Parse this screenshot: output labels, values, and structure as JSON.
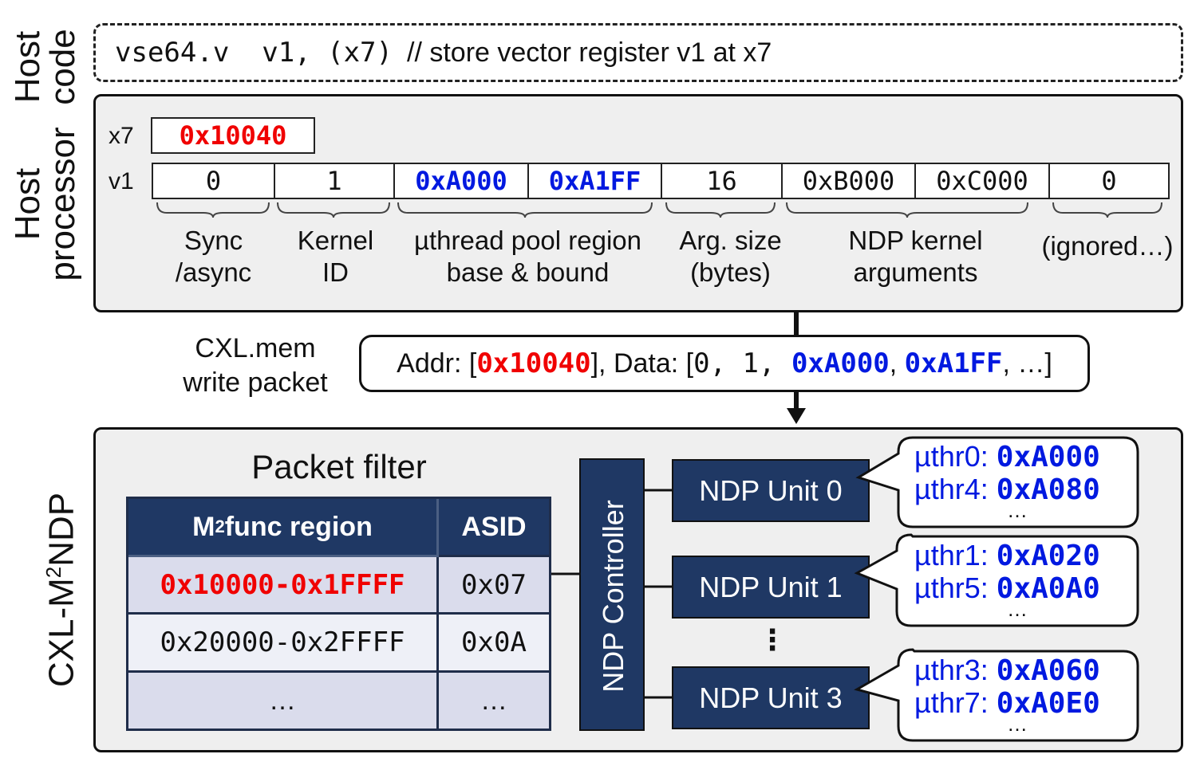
{
  "labels": {
    "host_code": "Host\ncode",
    "host_processor": "Host\nprocessor",
    "cxl_m2ndp_prefix": "CXL-M",
    "cxl_m2ndp_sup": "2",
    "cxl_m2ndp_suffix": "NDP"
  },
  "host_code": {
    "instruction": "vse64.v  v1, (x7)",
    "comment": "// store vector register v1 at x7"
  },
  "registers": {
    "x7_name": "x7",
    "x7_value": "0x10040",
    "v1_name": "v1",
    "v1_values": [
      "0",
      "1",
      "0xA000",
      "0xA1FF",
      "16",
      "0xB000",
      "0xC000",
      "0"
    ]
  },
  "fields": [
    {
      "line1": "Sync",
      "line2": "/async"
    },
    {
      "line1": "Kernel",
      "line2": "ID"
    },
    {
      "line1": "µthread pool region",
      "line2": "base & bound"
    },
    {
      "line1": "Arg. size",
      "line2": "(bytes)"
    },
    {
      "line1": "NDP kernel",
      "line2": "arguments"
    },
    {
      "line1": "(ignored…)",
      "line2": ""
    }
  ],
  "packet": {
    "label_line1": "CXL.mem",
    "label_line2": "write packet",
    "addr_prefix": "Addr: [",
    "addr_value": "0x10040",
    "data_prefix": "], Data: [",
    "data_plain": "0, 1, ",
    "data_v1": "0xA000",
    "data_sep": ", ",
    "data_v2": "0xA1FF",
    "data_suffix": ", …]"
  },
  "filter": {
    "title": "Packet filter",
    "col_region_prefix": "M",
    "col_region_sup": "2",
    "col_region_suffix": "func region",
    "col_asid": "ASID",
    "rows": [
      {
        "region": "0x10000-0x1FFFF",
        "asid": "0x07"
      },
      {
        "region": "0x20000-0x2FFFF",
        "asid": "0x0A"
      },
      {
        "region": "…",
        "asid": "…"
      }
    ]
  },
  "controller": "NDP Controller",
  "units": [
    {
      "name": "NDP Unit 0",
      "threads": [
        {
          "label": "µthr0: ",
          "addr": "0xA000"
        },
        {
          "label": "µthr4: ",
          "addr": "0xA080"
        }
      ]
    },
    {
      "name": "NDP Unit 1",
      "threads": [
        {
          "label": "µthr1: ",
          "addr": "0xA020"
        },
        {
          "label": "µthr5: ",
          "addr": "0xA0A0"
        }
      ]
    },
    {
      "name": "NDP Unit 3",
      "threads": [
        {
          "label": "µthr3: ",
          "addr": "0xA060"
        },
        {
          "label": "µthr7: ",
          "addr": "0xA0E0"
        }
      ]
    }
  ],
  "unit_ellipsis": "⋮",
  "callout_ellipsis": "…",
  "colors": {
    "highlight_red": "#f00000",
    "highlight_blue": "#0019e0",
    "navy": "#1f3864",
    "table_light": "#dadcec"
  }
}
